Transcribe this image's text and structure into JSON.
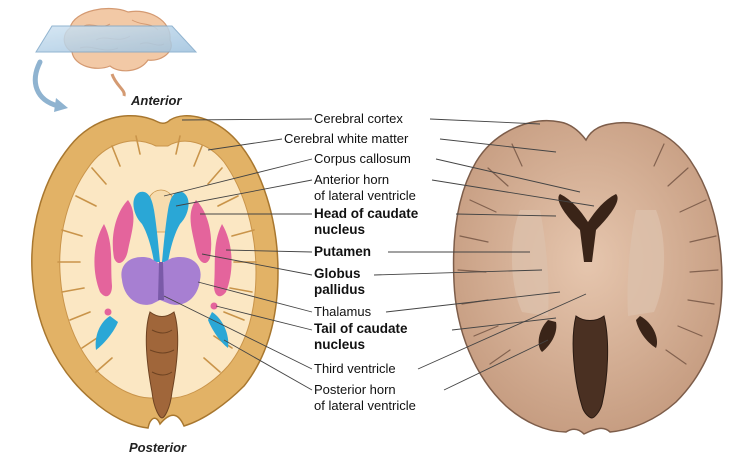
{
  "orientation": {
    "top": "Anterior",
    "bottom": "Posterior"
  },
  "labels": {
    "cerebral_cortex": "Cerebral cortex",
    "cerebral_white_matter": "Cerebral white matter",
    "corpus_callosum": "Corpus callosum",
    "anterior_horn_1": "Anterior horn",
    "anterior_horn_2": "of lateral ventricle",
    "head_caudate_1": "Head of caudate",
    "head_caudate_2": "nucleus",
    "putamen": "Putamen",
    "globus_1": "Globus",
    "globus_2": "pallidus",
    "thalamus": "Thalamus",
    "tail_caudate_1": "Tail of caudate",
    "tail_caudate_2": "nucleus",
    "third_ventricle": "Third ventricle",
    "posterior_horn_1": "Posterior horn",
    "posterior_horn_2": "of lateral ventricle"
  },
  "colors": {
    "cortex": "#e2b266",
    "cortex_dark": "#a8772f",
    "white_matter": "#fbe7c3",
    "ventricle": "#2aa7d6",
    "caudate": "#e4649c",
    "thalamus": "#a77fd2",
    "specimen": "#d2ac93",
    "specimen_dark": "#7d5d4a",
    "leader": "#444444"
  }
}
